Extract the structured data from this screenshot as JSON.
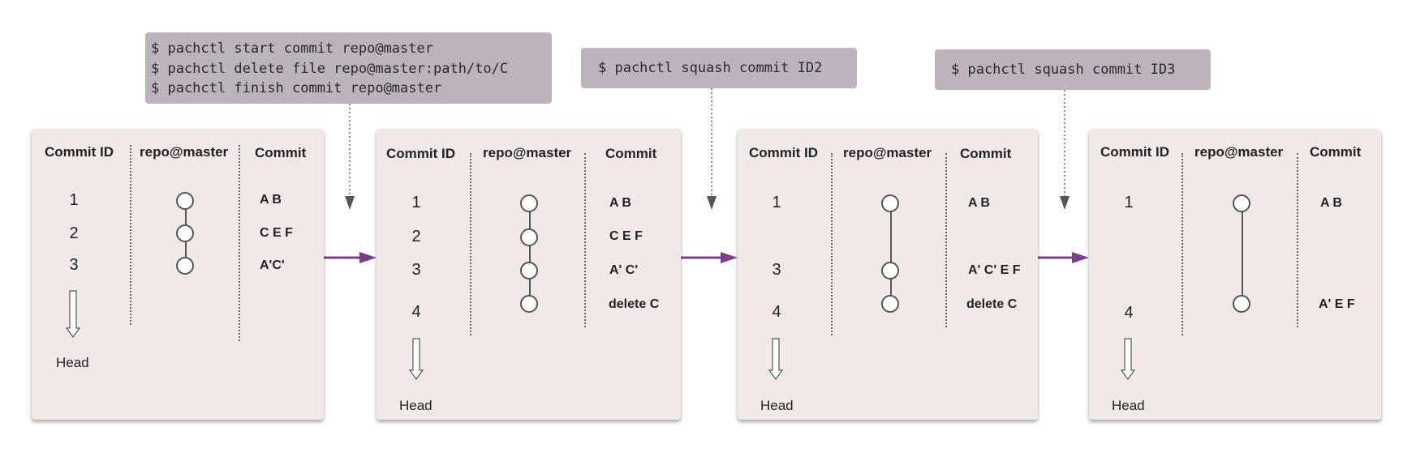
{
  "commands": [
    {
      "lines": [
        "$ pachctl start commit repo@master",
        "$ pachctl delete file repo@master:path/to/C",
        "$ pachctl finish commit repo@master"
      ]
    },
    {
      "lines": [
        "$ pachctl squash commit ID2"
      ]
    },
    {
      "lines": [
        "$ pachctl squash commit ID3"
      ]
    }
  ],
  "panels": [
    {
      "headers": {
        "commit_id": "Commit ID",
        "repo": "repo@master",
        "commit": "Commit"
      },
      "rows": [
        {
          "id": "1",
          "commit": "A B"
        },
        {
          "id": "2",
          "commit": "C E F"
        },
        {
          "id": "3",
          "commit": "A'C'"
        }
      ],
      "head_label": "Head"
    },
    {
      "headers": {
        "commit_id": "Commit ID",
        "repo": "repo@master",
        "commit": "Commit"
      },
      "rows": [
        {
          "id": "1",
          "commit": "A B"
        },
        {
          "id": "2",
          "commit": "C E F"
        },
        {
          "id": "3",
          "commit": "A' C'"
        },
        {
          "id": "4",
          "commit": "delete C"
        }
      ],
      "head_label": "Head"
    },
    {
      "headers": {
        "commit_id": "Commit ID",
        "repo": "repo@master",
        "commit": "Commit"
      },
      "rows": [
        {
          "id": "1",
          "commit": "A B"
        },
        {
          "id": "3",
          "commit": "A' C' E F"
        },
        {
          "id": "4",
          "commit": "delete C"
        }
      ],
      "head_label": "Head"
    },
    {
      "headers": {
        "commit_id": "Commit ID",
        "repo": "repo@master",
        "commit": "Commit"
      },
      "rows": [
        {
          "id": "1",
          "commit": "A B"
        },
        {
          "id": "4",
          "commit": "A' E F"
        }
      ],
      "head_label": "Head"
    }
  ],
  "colors": {
    "transition_arrow": "#7b3f8a",
    "command_box": "#bcb3bd",
    "panel": "#f0e9e8",
    "node_stroke": "#555555"
  }
}
